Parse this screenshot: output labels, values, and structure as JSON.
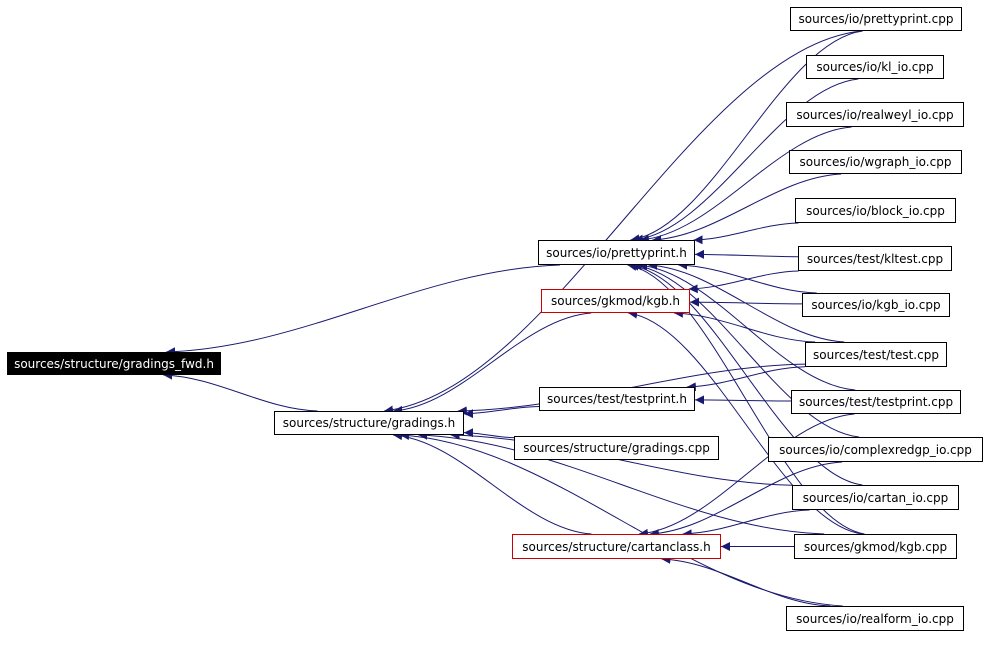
{
  "nodes": [
    {
      "id": "gradings_fwd_h",
      "label": "sources/structure/gradings_fwd.h",
      "style": "root"
    },
    {
      "id": "gradings_h",
      "label": "sources/structure/gradings.h",
      "style": "normal"
    },
    {
      "id": "prettyprint_h",
      "label": "sources/io/prettyprint.h",
      "style": "normal"
    },
    {
      "id": "kgb_h",
      "label": "sources/gkmod/kgb.h",
      "style": "red"
    },
    {
      "id": "testprint_h",
      "label": "sources/test/testprint.h",
      "style": "normal"
    },
    {
      "id": "gradings_cpp",
      "label": "sources/structure/gradings.cpp",
      "style": "normal"
    },
    {
      "id": "cartanclass_h",
      "label": "sources/structure/cartanclass.h",
      "style": "red"
    },
    {
      "id": "prettyprint_cpp",
      "label": "sources/io/prettyprint.cpp",
      "style": "normal"
    },
    {
      "id": "kl_io_cpp",
      "label": "sources/io/kl_io.cpp",
      "style": "normal"
    },
    {
      "id": "realweyl_io_cpp",
      "label": "sources/io/realweyl_io.cpp",
      "style": "normal"
    },
    {
      "id": "wgraph_io_cpp",
      "label": "sources/io/wgraph_io.cpp",
      "style": "normal"
    },
    {
      "id": "block_io_cpp",
      "label": "sources/io/block_io.cpp",
      "style": "normal"
    },
    {
      "id": "kltest_cpp",
      "label": "sources/test/kltest.cpp",
      "style": "normal"
    },
    {
      "id": "kgb_io_cpp",
      "label": "sources/io/kgb_io.cpp",
      "style": "normal"
    },
    {
      "id": "test_cpp",
      "label": "sources/test/test.cpp",
      "style": "normal"
    },
    {
      "id": "testprint_cpp",
      "label": "sources/test/testprint.cpp",
      "style": "normal"
    },
    {
      "id": "complexredgp_io_cpp",
      "label": "sources/io/complexredgp_io.cpp",
      "style": "normal"
    },
    {
      "id": "cartan_io_cpp",
      "label": "sources/io/cartan_io.cpp",
      "style": "normal"
    },
    {
      "id": "kgb_cpp",
      "label": "sources/gkmod/kgb.cpp",
      "style": "normal"
    },
    {
      "id": "realform_io_cpp",
      "label": "sources/io/realform_io.cpp",
      "style": "normal"
    }
  ],
  "edges": [
    [
      "gradings_h",
      "gradings_fwd_h"
    ],
    [
      "prettyprint_h",
      "gradings_fwd_h"
    ],
    [
      "prettyprint_cpp",
      "prettyprint_h"
    ],
    [
      "kl_io_cpp",
      "prettyprint_h"
    ],
    [
      "realweyl_io_cpp",
      "prettyprint_h"
    ],
    [
      "wgraph_io_cpp",
      "prettyprint_h"
    ],
    [
      "block_io_cpp",
      "prettyprint_h"
    ],
    [
      "kltest_cpp",
      "prettyprint_h"
    ],
    [
      "kgb_io_cpp",
      "prettyprint_h"
    ],
    [
      "test_cpp",
      "prettyprint_h"
    ],
    [
      "testprint_cpp",
      "prettyprint_h"
    ],
    [
      "complexredgp_io_cpp",
      "prettyprint_h"
    ],
    [
      "cartan_io_cpp",
      "prettyprint_h"
    ],
    [
      "kgb_cpp",
      "prettyprint_h"
    ],
    [
      "kltest_cpp",
      "kgb_h"
    ],
    [
      "kgb_io_cpp",
      "kgb_h"
    ],
    [
      "test_cpp",
      "kgb_h"
    ],
    [
      "kgb_cpp",
      "kgb_h"
    ],
    [
      "test_cpp",
      "testprint_h"
    ],
    [
      "testprint_cpp",
      "testprint_h"
    ],
    [
      "kgb_h",
      "gradings_h"
    ],
    [
      "testprint_h",
      "gradings_h"
    ],
    [
      "gradings_cpp",
      "gradings_h"
    ],
    [
      "cartanclass_h",
      "gradings_h"
    ],
    [
      "prettyprint_cpp",
      "gradings_h"
    ],
    [
      "test_cpp",
      "gradings_h"
    ],
    [
      "cartan_io_cpp",
      "gradings_h"
    ],
    [
      "kgb_cpp",
      "gradings_h"
    ],
    [
      "realform_io_cpp",
      "gradings_h"
    ],
    [
      "complexredgp_io_cpp",
      "cartanclass_h"
    ],
    [
      "cartan_io_cpp",
      "cartanclass_h"
    ],
    [
      "kgb_cpp",
      "cartanclass_h"
    ],
    [
      "realform_io_cpp",
      "cartanclass_h"
    ],
    [
      "testprint_cpp",
      "cartanclass_h"
    ]
  ]
}
